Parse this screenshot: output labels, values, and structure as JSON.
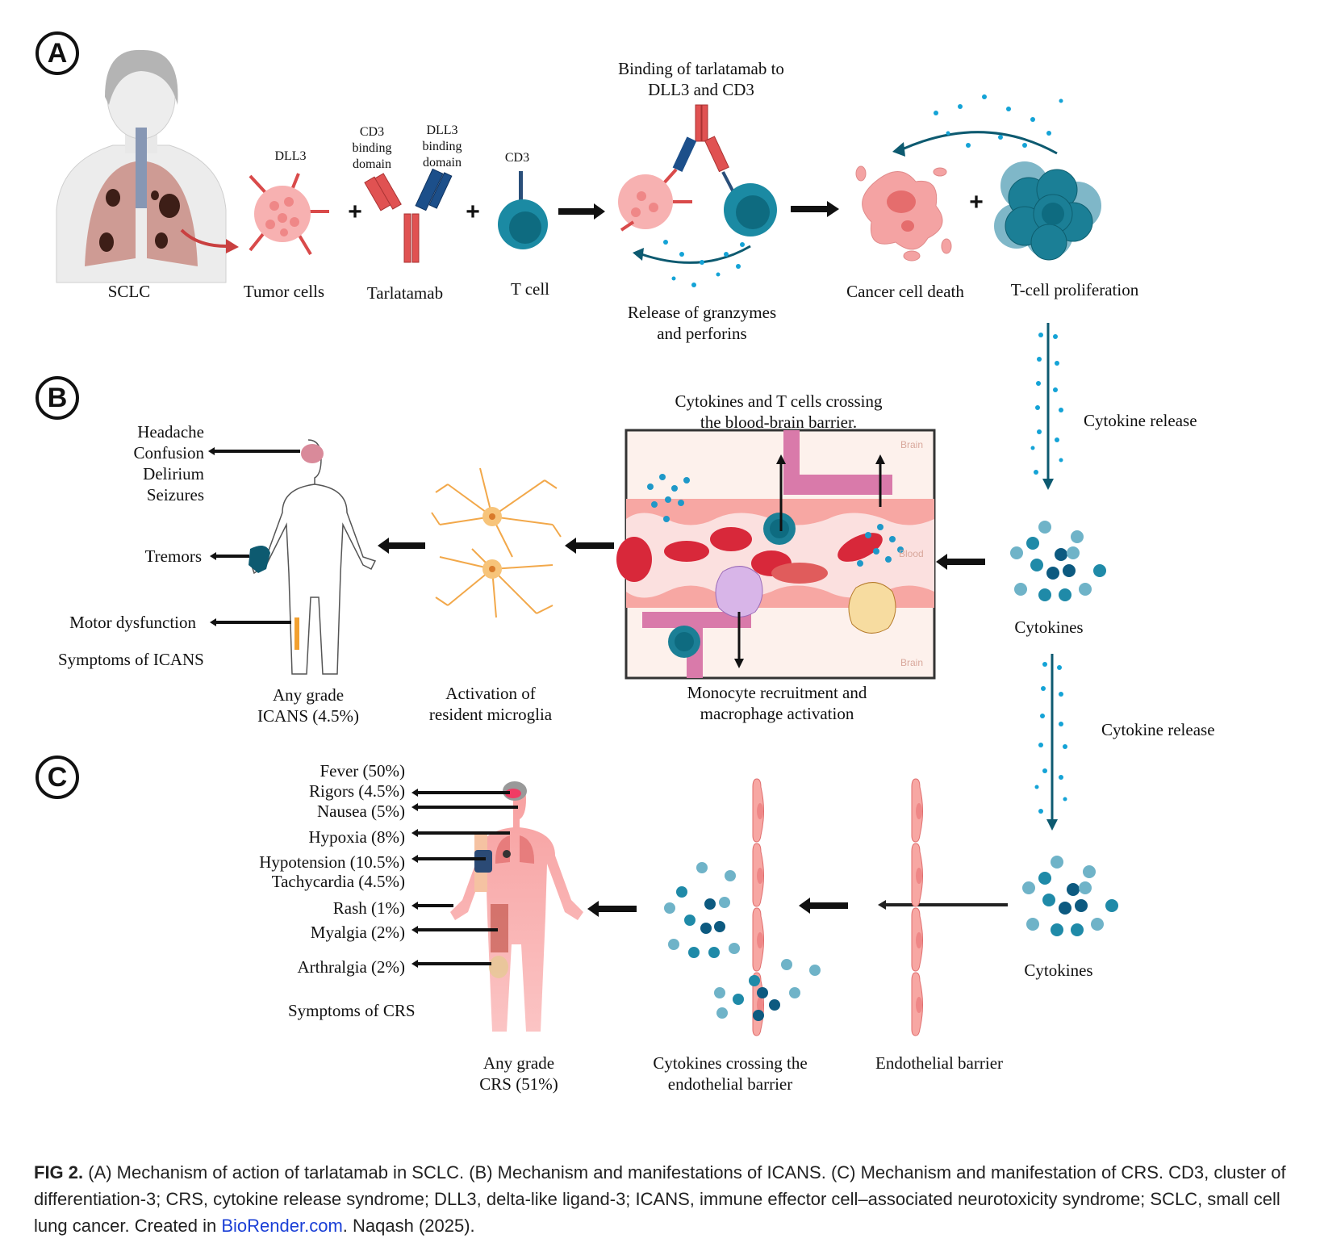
{
  "panels": {
    "a": {
      "badge": "A",
      "labels": {
        "sclc": "SCLC",
        "tumor_cells": "Tumor cells",
        "dll3": "DLL3",
        "cd3_binding_domain": [
          "CD3",
          "binding",
          "domain"
        ],
        "dll3_binding_domain": [
          "DLL3",
          "binding",
          "domain"
        ],
        "tarlatamab": "Tarlatamab",
        "cd3": "CD3",
        "t_cell": "T cell",
        "binding": [
          "Binding of tarlatamab to",
          "DLL3 and CD3"
        ],
        "release": [
          "Release of granzymes",
          "and perforins"
        ],
        "cancer_cell_death": "Cancer cell death",
        "t_cell_proliferation": "T-cell proliferation"
      }
    },
    "b": {
      "badge": "B",
      "labels": {
        "cytokine_release": "Cytokine release",
        "cytokines": "Cytokines",
        "bbb_title": [
          "Cytokines and T cells crossing",
          "the blood-brain barrier."
        ],
        "bbb_brain_top": "Brain",
        "bbb_blood": "Blood",
        "bbb_brain_bottom": "Brain",
        "monocyte": [
          "Monocyte recruitment and",
          "macrophage activation"
        ],
        "microglia": [
          "Activation of",
          "resident microglia"
        ],
        "icans_grade": [
          "Any grade",
          "ICANS (4.5%)"
        ],
        "symptoms_title": "Symptoms of ICANS"
      },
      "symptoms": {
        "head": [
          "Headache",
          "Confusion",
          "Delirium",
          "Seizures"
        ],
        "hand": "Tremors",
        "leg": "Motor dysfunction"
      }
    },
    "c": {
      "badge": "C",
      "labels": {
        "cytokine_release": "Cytokine release",
        "cytokines": "Cytokines",
        "endothelial_barrier": "Endothelial barrier",
        "crossing": [
          "Cytokines crossing the",
          "endothelial barrier"
        ],
        "crs_grade": [
          "Any grade",
          "CRS (51%)"
        ],
        "symptoms_title": "Symptoms of CRS"
      },
      "symptoms": [
        {
          "name": "Fever",
          "pct": "50%",
          "text": "Fever (50%)"
        },
        {
          "name": "Rigors",
          "pct": "4.5%",
          "text": "Rigors (4.5%)"
        },
        {
          "name": "Nausea",
          "pct": "5%",
          "text": "Nausea (5%)"
        },
        {
          "name": "Hypoxia",
          "pct": "8%",
          "text": "Hypoxia (8%)"
        },
        {
          "name": "Hypotension",
          "pct": "10.5%",
          "text": "Hypotension (10.5%)"
        },
        {
          "name": "Tachycardia",
          "pct": "4.5%",
          "text": "Tachycardia (4.5%)"
        },
        {
          "name": "Rash",
          "pct": "1%",
          "text": "Rash (1%)"
        },
        {
          "name": "Myalgia",
          "pct": "2%",
          "text": "Myalgia (2%)"
        },
        {
          "name": "Arthralgia",
          "pct": "2%",
          "text": "Arthralgia (2%)"
        }
      ]
    }
  },
  "caption": {
    "fig": "FIG 2.",
    "text_1": " (A) Mechanism of action of tarlatamab in SCLC. (B) Mechanism and manifestations of ICANS. (C) Mechanism and manifestation of CRS. CD3, cluster of differentiation-3; CRS, cytokine release syndrome; DLL3, delta-like ligand-3; ICANS, immune effector cell–associated neurotoxicity syndrome; SCLC, small cell lung cancer. Created in ",
    "link": "BioRender.com",
    "text_2": ". Naqash (2025)."
  },
  "colors": {
    "tumor": "#f28b8b",
    "antibody_red": "#e05252",
    "antibody_blue": "#1c4f8a",
    "tcell": "#1b7f96",
    "tcell_dark": "#0e6b80",
    "cytokine_light": "#6fb3c8",
    "cytokine_mid": "#1f8aa8",
    "cytokine_dark": "#0d5a80",
    "dot": "#14a3d6",
    "endothelium": "#f7a7a3",
    "microglia": "#f2a84a",
    "brain_cell": "#d97aaa",
    "rbc": "#d8283a",
    "caption_link": "#1a3fd6"
  }
}
